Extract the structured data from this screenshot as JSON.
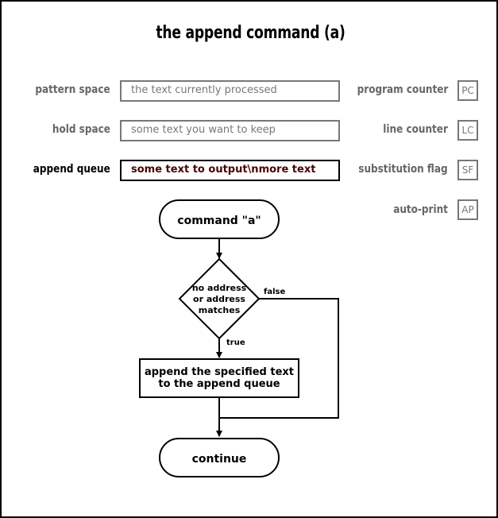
{
  "title": "the append command (a)",
  "state": {
    "pattern_space": {
      "label": "pattern space",
      "value": "the text currently processed"
    },
    "hold_space": {
      "label": "hold space",
      "value": "some text you want to keep"
    },
    "append_queue": {
      "label": "append queue",
      "value": "some text to output\\nmore text"
    }
  },
  "registers": [
    {
      "label": "program counter",
      "abbr": "PC"
    },
    {
      "label": "line counter",
      "abbr": "LC"
    },
    {
      "label": "substitution flag",
      "abbr": "SF"
    },
    {
      "label": "auto-print",
      "abbr": "AP"
    }
  ],
  "flow": {
    "start": "command \"a\"",
    "decision": [
      "no address",
      "or address",
      "matches"
    ],
    "true_label": "true",
    "false_label": "false",
    "action": [
      "append the specified text",
      "to the append queue"
    ],
    "end": "continue"
  }
}
